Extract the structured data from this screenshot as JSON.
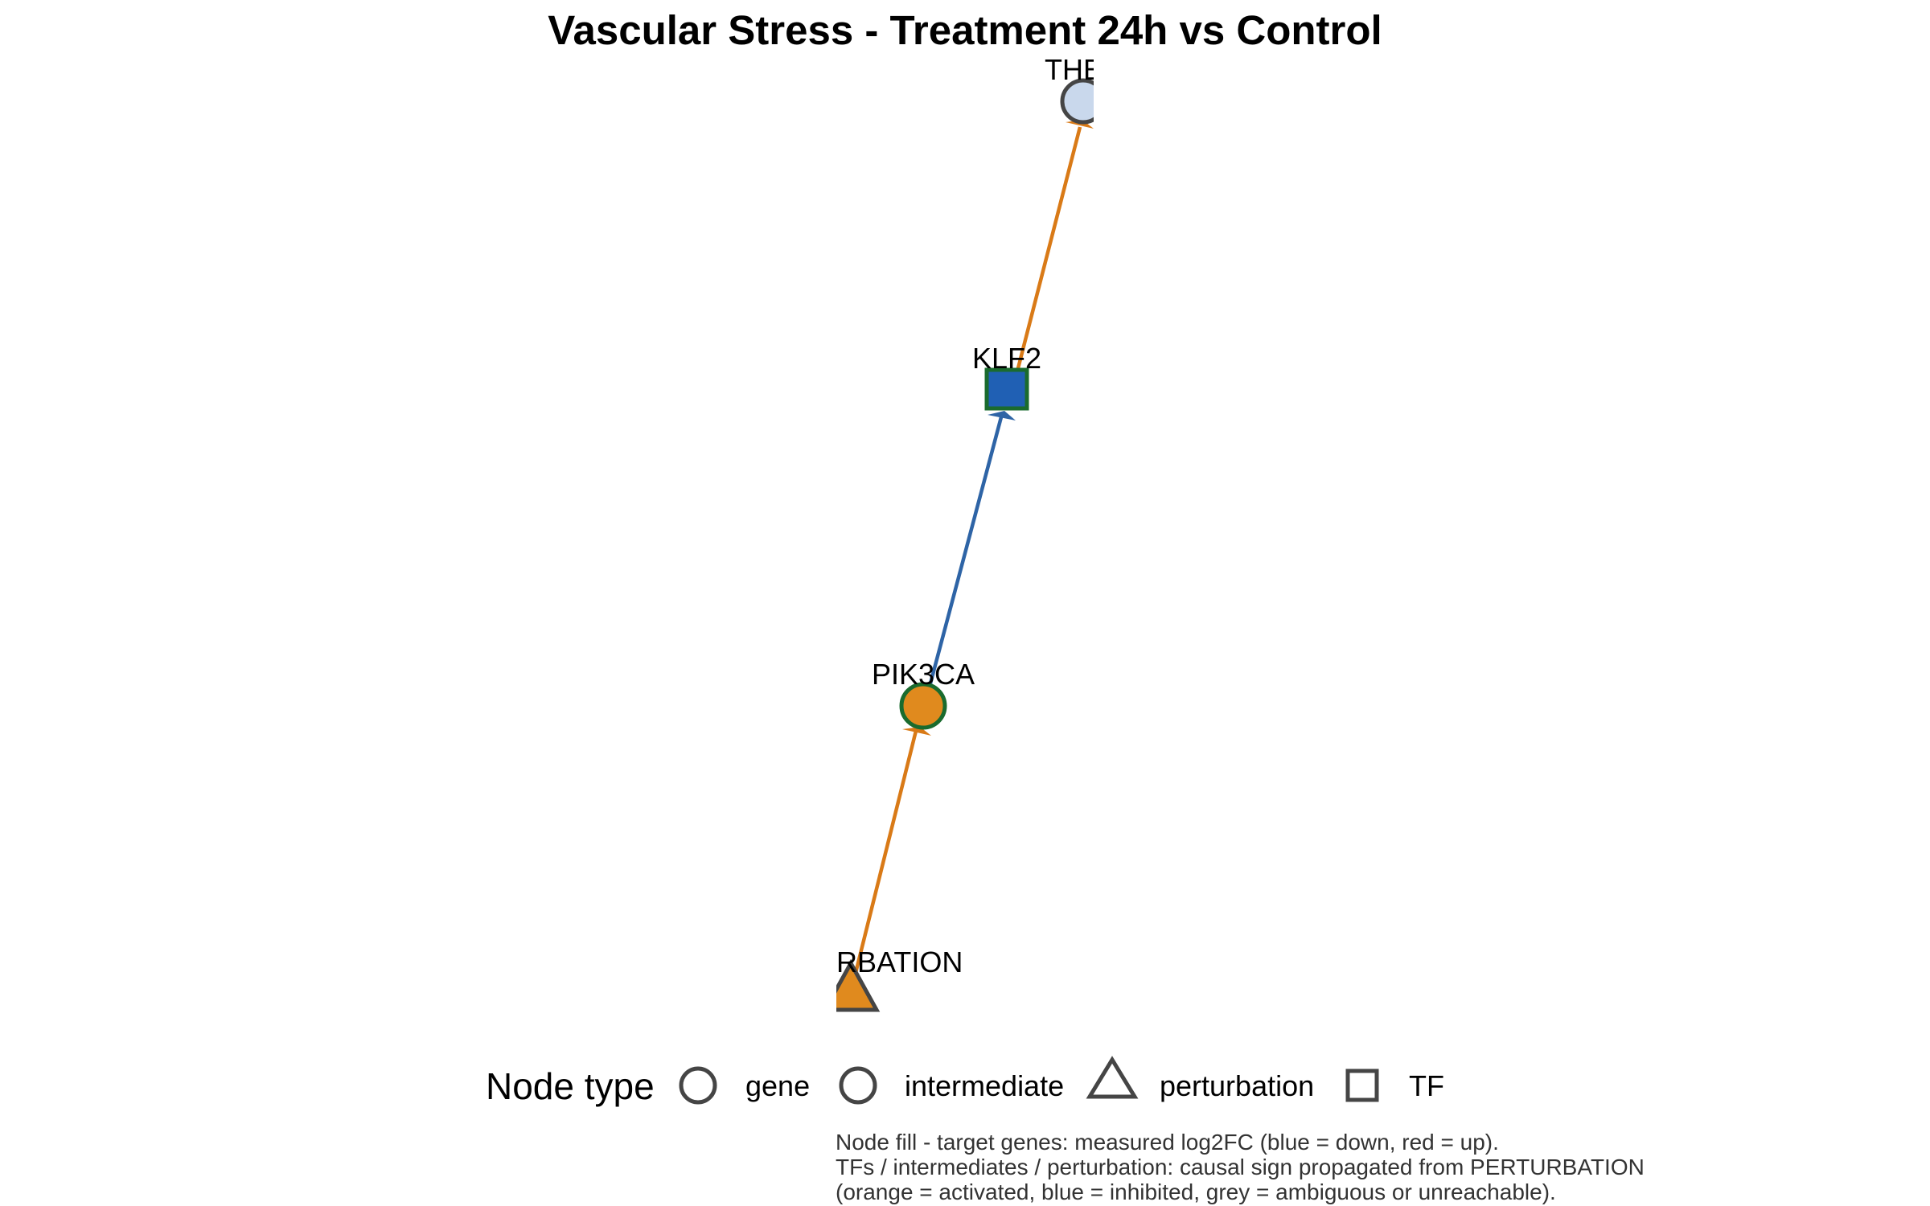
{
  "title": "Vascular Stress - Treatment 24h vs Control",
  "colors": {
    "activated": "#E08A1E",
    "inhibited": "#2563A8",
    "edge_activation": "#D97A17",
    "edge_inhibition": "#2E64A6",
    "target_light": "#C9D8EC",
    "node_border_dark": "#454545",
    "node_border_green": "#1A6B2E",
    "background": "#FFFFFF"
  },
  "nodes": [
    {
      "id": "THBD",
      "label": "THE",
      "type": "gene",
      "fill": "#C9D8EC",
      "border": "#454545"
    },
    {
      "id": "KLF2",
      "label": "KLF2",
      "type": "TF",
      "fill": "#2060B4",
      "border": "#1A6B2E"
    },
    {
      "id": "PIK3CA",
      "label": "PIK3CA",
      "type": "intermediate",
      "fill": "#E08A1E",
      "border": "#1A6B2E"
    },
    {
      "id": "PERTURBATION",
      "label": "RBATION",
      "type": "perturbation",
      "fill": "#E08A1E",
      "border": "#454545"
    }
  ],
  "edges": [
    {
      "from": "PERTURBATION",
      "to": "PIK3CA",
      "sign": "activation",
      "color": "#D97A17"
    },
    {
      "from": "PIK3CA",
      "to": "KLF2",
      "sign": "inhibition",
      "color": "#2E64A6"
    },
    {
      "from": "KLF2",
      "to": "THBD",
      "sign": "activation",
      "color": "#D97A17"
    }
  ],
  "legend": {
    "title": "Node type",
    "items": [
      {
        "label": "gene",
        "shape": "circle"
      },
      {
        "label": "intermediate",
        "shape": "circle"
      },
      {
        "label": "perturbation",
        "shape": "triangle"
      },
      {
        "label": "TF",
        "shape": "square"
      }
    ]
  },
  "caption": {
    "line1": "Node fill - target genes: measured log2FC (blue = down, red = up).",
    "line2": "TFs / intermediates / perturbation: causal sign propagated from PERTURBATION",
    "line3": "(orange = activated, blue = inhibited, grey = ambiguous or unreachable)."
  }
}
